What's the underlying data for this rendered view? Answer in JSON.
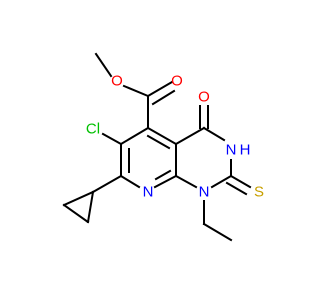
{
  "colors": {
    "bond": "#000000",
    "oxygen": "#ff0000",
    "nitrogen": "#0000ff",
    "chlorine": "#00c000",
    "sulfur": "#c8a000",
    "carbon": "#000000"
  },
  "atoms": {
    "ester_o_methyl": "O",
    "carbonyl_o_ester": "O",
    "carbonyl_o_ring": "O",
    "nh_n": "N",
    "nh_h": "H",
    "thione_s": "S",
    "ring_n_pyridine": "N",
    "ring_n_ethyl": "N",
    "chloro": "Cl"
  }
}
